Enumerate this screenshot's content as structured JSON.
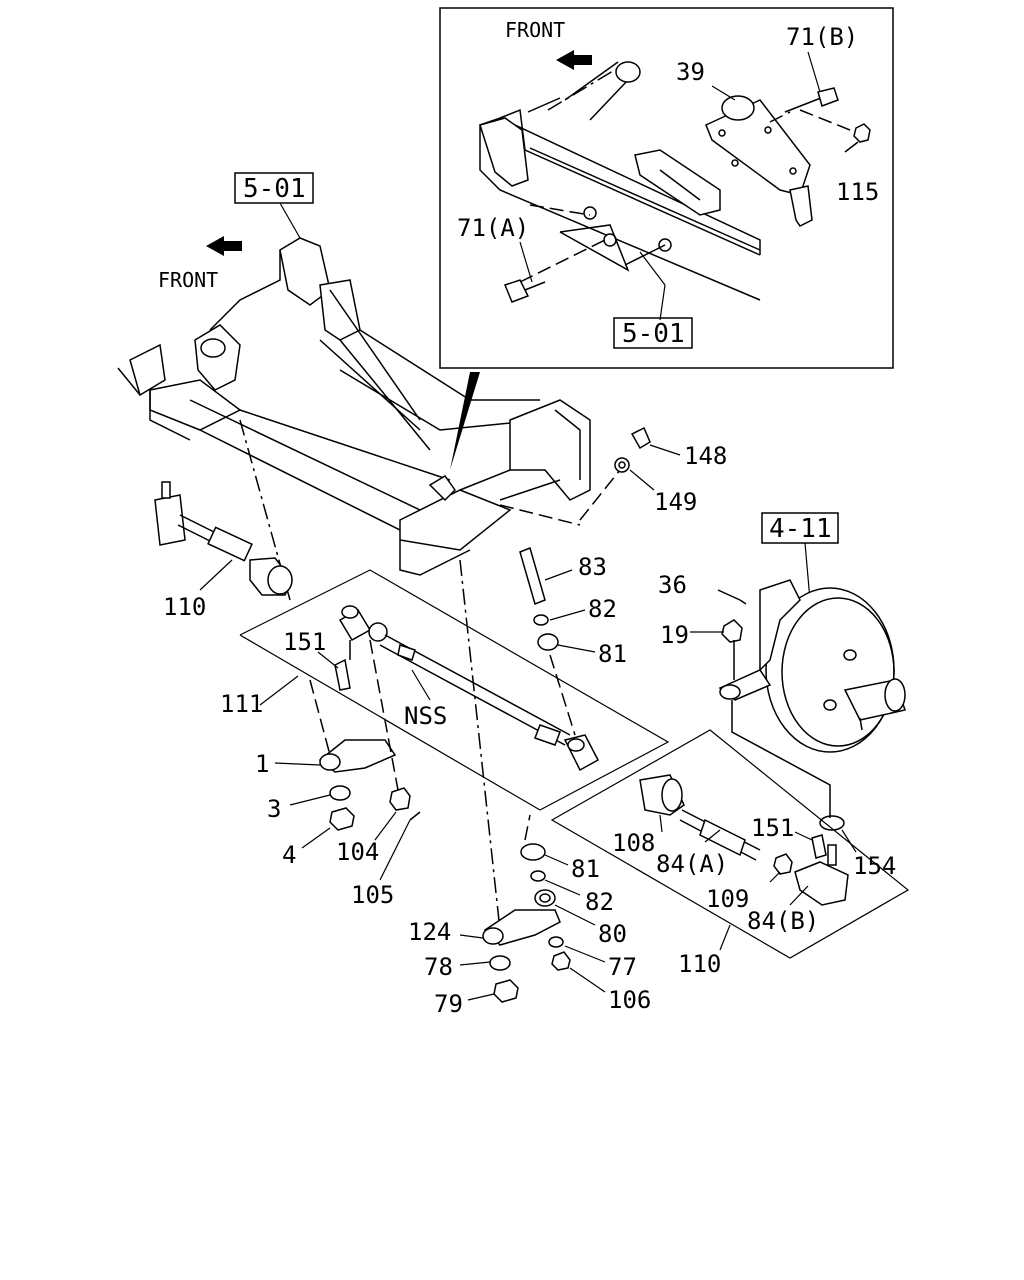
{
  "inset": {
    "front_label": "FRONT",
    "parts": {
      "p71b": "71(B)",
      "p39": "39",
      "p115": "115",
      "p71a": "71(A)"
    },
    "ref_frame": "5-01"
  },
  "main": {
    "ref_frame": "5-01",
    "front_label": "FRONT",
    "ref_hub": "4-11",
    "nss_label": "NSS",
    "parts": {
      "p148": "148",
      "p149": "149",
      "p110a": "110",
      "p83": "83",
      "p82a": "82",
      "p81a": "81",
      "p36": "36",
      "p19": "19",
      "p151a": "151",
      "p111": "111",
      "p1": "1",
      "p3": "3",
      "p4": "4",
      "p104": "104",
      "p105": "105",
      "p108": "108",
      "p84a": "84(A)",
      "p151b": "151",
      "p154": "154",
      "p109": "109",
      "p84b": "84(B)",
      "p81b": "81",
      "p82b": "82",
      "p80": "80",
      "p124": "124",
      "p77": "77",
      "p78": "78",
      "p106": "106",
      "p79": "79",
      "p110b": "110"
    }
  }
}
